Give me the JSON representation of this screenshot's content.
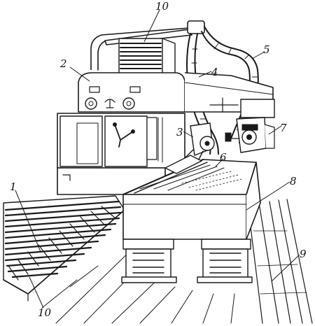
{
  "figure": {
    "callouts": {
      "c1": "1",
      "c2": "2",
      "c3": "3",
      "c4": "4",
      "c5": "5",
      "c6": "6",
      "c7": "7",
      "c8": "8",
      "c9": "9",
      "c10_top": "10",
      "c10_bottom": "10"
    }
  },
  "colors": {
    "ink": "#1a1a1a",
    "paper": "#ffffff"
  }
}
